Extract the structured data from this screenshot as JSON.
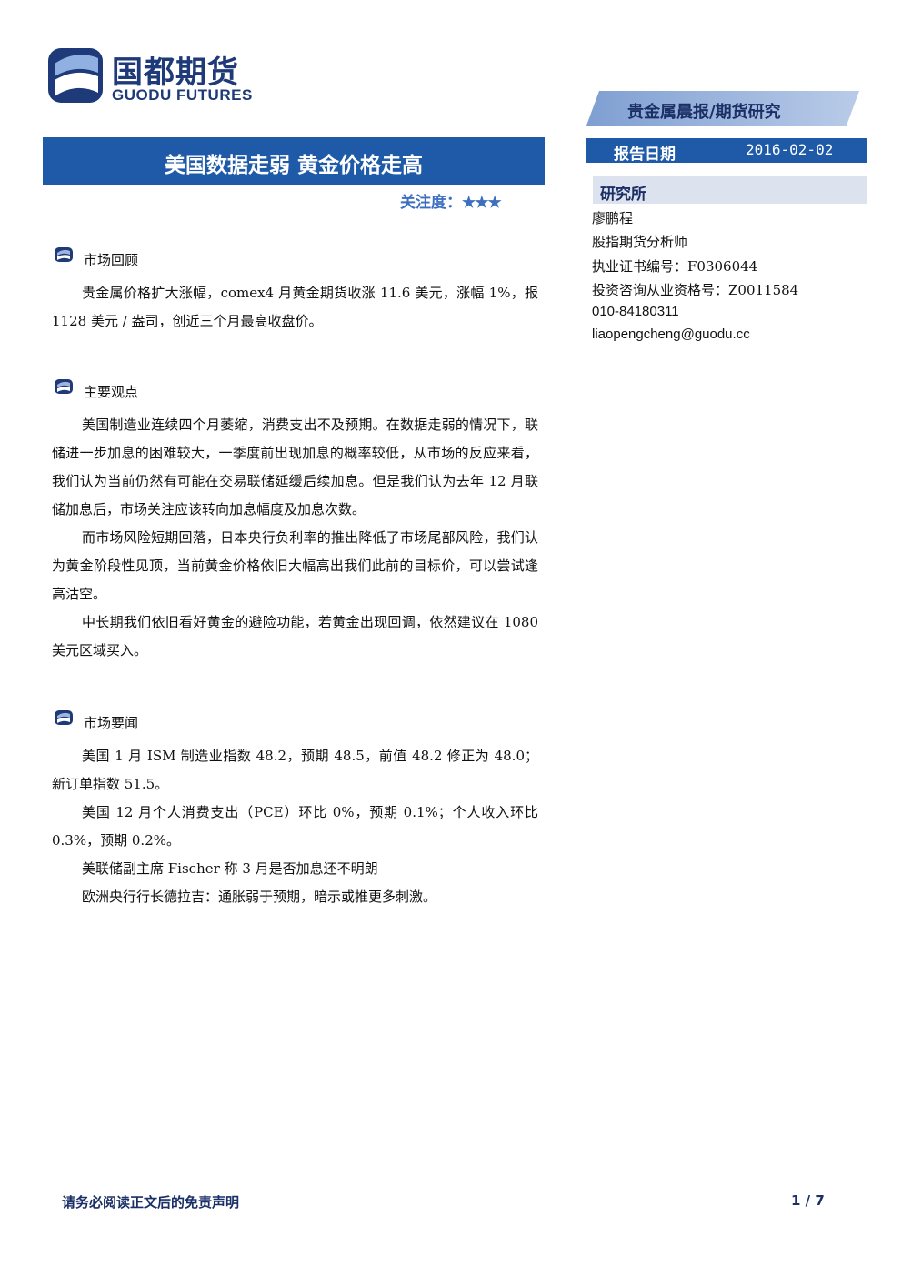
{
  "header": {
    "logo_cn": "国都期货",
    "logo_en": "GUODU FUTURES",
    "banner": "贵金属晨报/期货研究",
    "date_label": "报告日期",
    "date_value": "2016-02-02",
    "institute": "研究所"
  },
  "analyst": {
    "name": "廖鹏程",
    "role": "股指期货分析师",
    "cert": "执业证书编号：F0306044",
    "license": "投资咨询从业资格号：Z0011584",
    "phone": "010-84180311",
    "email": "liaopengcheng@guodu.cc"
  },
  "report": {
    "title": "美国数据走弱  黄金价格走高",
    "focus_label": "关注度：",
    "focus_stars": "★★★"
  },
  "sections": {
    "review": {
      "title": "市场回顾",
      "paragraphs": [
        "贵金属价格扩大涨幅，comex4 月黄金期货收涨 11.6 美元，涨幅 1%，报 1128 美元 / 盎司，创近三个月最高收盘价。"
      ]
    },
    "views": {
      "title": "主要观点",
      "paragraphs": [
        "美国制造业连续四个月萎缩，消费支出不及预期。在数据走弱的情况下，联储进一步加息的困难较大，一季度前出现加息的概率较低，从市场的反应来看，我们认为当前仍然有可能在交易联储延缓后续加息。但是我们认为去年 12 月联储加息后，市场关注应该转向加息幅度及加息次数。",
        "而市场风险短期回落，日本央行负利率的推出降低了市场尾部风险，我们认为黄金阶段性见顶，当前黄金价格依旧大幅高出我们此前的目标价，可以尝试逢高沽空。",
        "中长期我们依旧看好黄金的避险功能，若黄金出现回调，依然建议在 1080 美元区域买入。"
      ]
    },
    "news": {
      "title": "市场要闻",
      "paragraphs": [
        "美国 1 月 ISM 制造业指数 48.2，预期 48.5，前值 48.2 修正为 48.0；新订单指数 51.5。",
        "美国 12 月个人消费支出（PCE）环比 0%，预期 0.1%；个人收入环比 0.3%，预期 0.2%。",
        "美联储副主席 Fischer 称 3 月是否加息还不明朗",
        "欧洲央行行长德拉吉：通胀弱于预期，暗示或推更多刺激。"
      ]
    }
  },
  "footer": {
    "note": "请务必阅读正文后的免责声明",
    "page": "1 / 7"
  },
  "colors": {
    "brand_blue": "#1f5aa8",
    "dark_navy": "#1a2f66",
    "banner_light": "#9fb6dc",
    "institute_bg": "#dde3ee"
  }
}
